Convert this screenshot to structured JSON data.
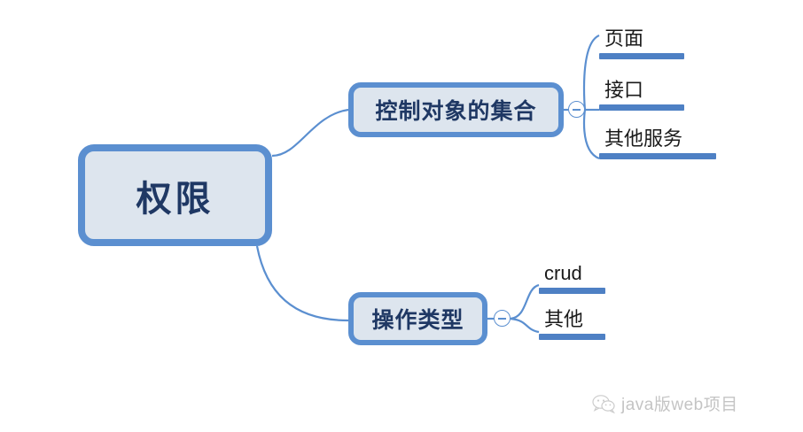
{
  "diagram": {
    "type": "mind-map",
    "background_color": "#FFFFFF",
    "node_fill_color": "#DDE5EE",
    "node_border_color": "#5B8FD0",
    "node_text_color": "#1F3864",
    "leaf_bar_color": "#4E80C4",
    "leaf_text_color": "#1A1A1A",
    "connector_color": "#5B8FD0",
    "root": {
      "label": "权限"
    },
    "branches": [
      {
        "label": "控制对象的集合",
        "toggle_state": "expanded",
        "toggle_glyph": "minus",
        "children": [
          {
            "label": "页面"
          },
          {
            "label": "接口"
          },
          {
            "label": "其他服务"
          }
        ]
      },
      {
        "label": "操作类型",
        "toggle_state": "expanded",
        "toggle_glyph": "minus",
        "children": [
          {
            "label": "crud"
          },
          {
            "label": "其他"
          }
        ]
      }
    ]
  },
  "watermark": {
    "text": "java版web项目",
    "logo": "wechat-logo"
  }
}
